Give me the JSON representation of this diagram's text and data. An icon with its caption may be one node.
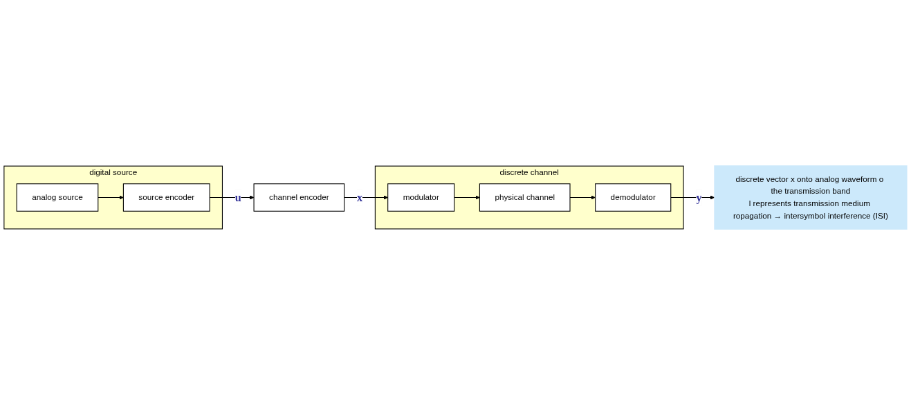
{
  "diagram": {
    "nodes": [
      {
        "text": [
          "digital source"
        ]
      },
      {
        "text": [
          "analog source"
        ],
        "in": 0
      },
      {
        "text": [
          "source encoder"
        ],
        "in": 0
      },
      {
        "text": [
          "channel encoder"
        ]
      },
      {
        "text": [
          "discrete channel"
        ]
      },
      {
        "text": [
          "modulator"
        ],
        "in": 4
      },
      {
        "text": [
          "physical channel"
        ],
        "in": 4
      },
      {
        "text": [
          "demodulator"
        ],
        "in": 4
      },
      {
        "text": [
          "discrete vector x onto analog waveform o the transmission band",
          "l represents transmission medium ropagation → intersymbol interference (ISI)"
        ]
      }
    ],
    "edges": [
      {
        "from": 1,
        "to": 2,
        "arrow": "to"
      },
      {
        "from": 2,
        "to": 3,
        "arrow": "to",
        "label": "u"
      },
      {
        "from": 3,
        "to": 5,
        "arrow": "to",
        "label": "x"
      },
      {
        "from": 5,
        "to": 6,
        "arrow": "to"
      },
      {
        "from": 6,
        "to": 7,
        "arrow": "to"
      },
      {
        "from": 7,
        "to": 8,
        "arrow": "to",
        "label": "y"
      }
    ]
  }
}
